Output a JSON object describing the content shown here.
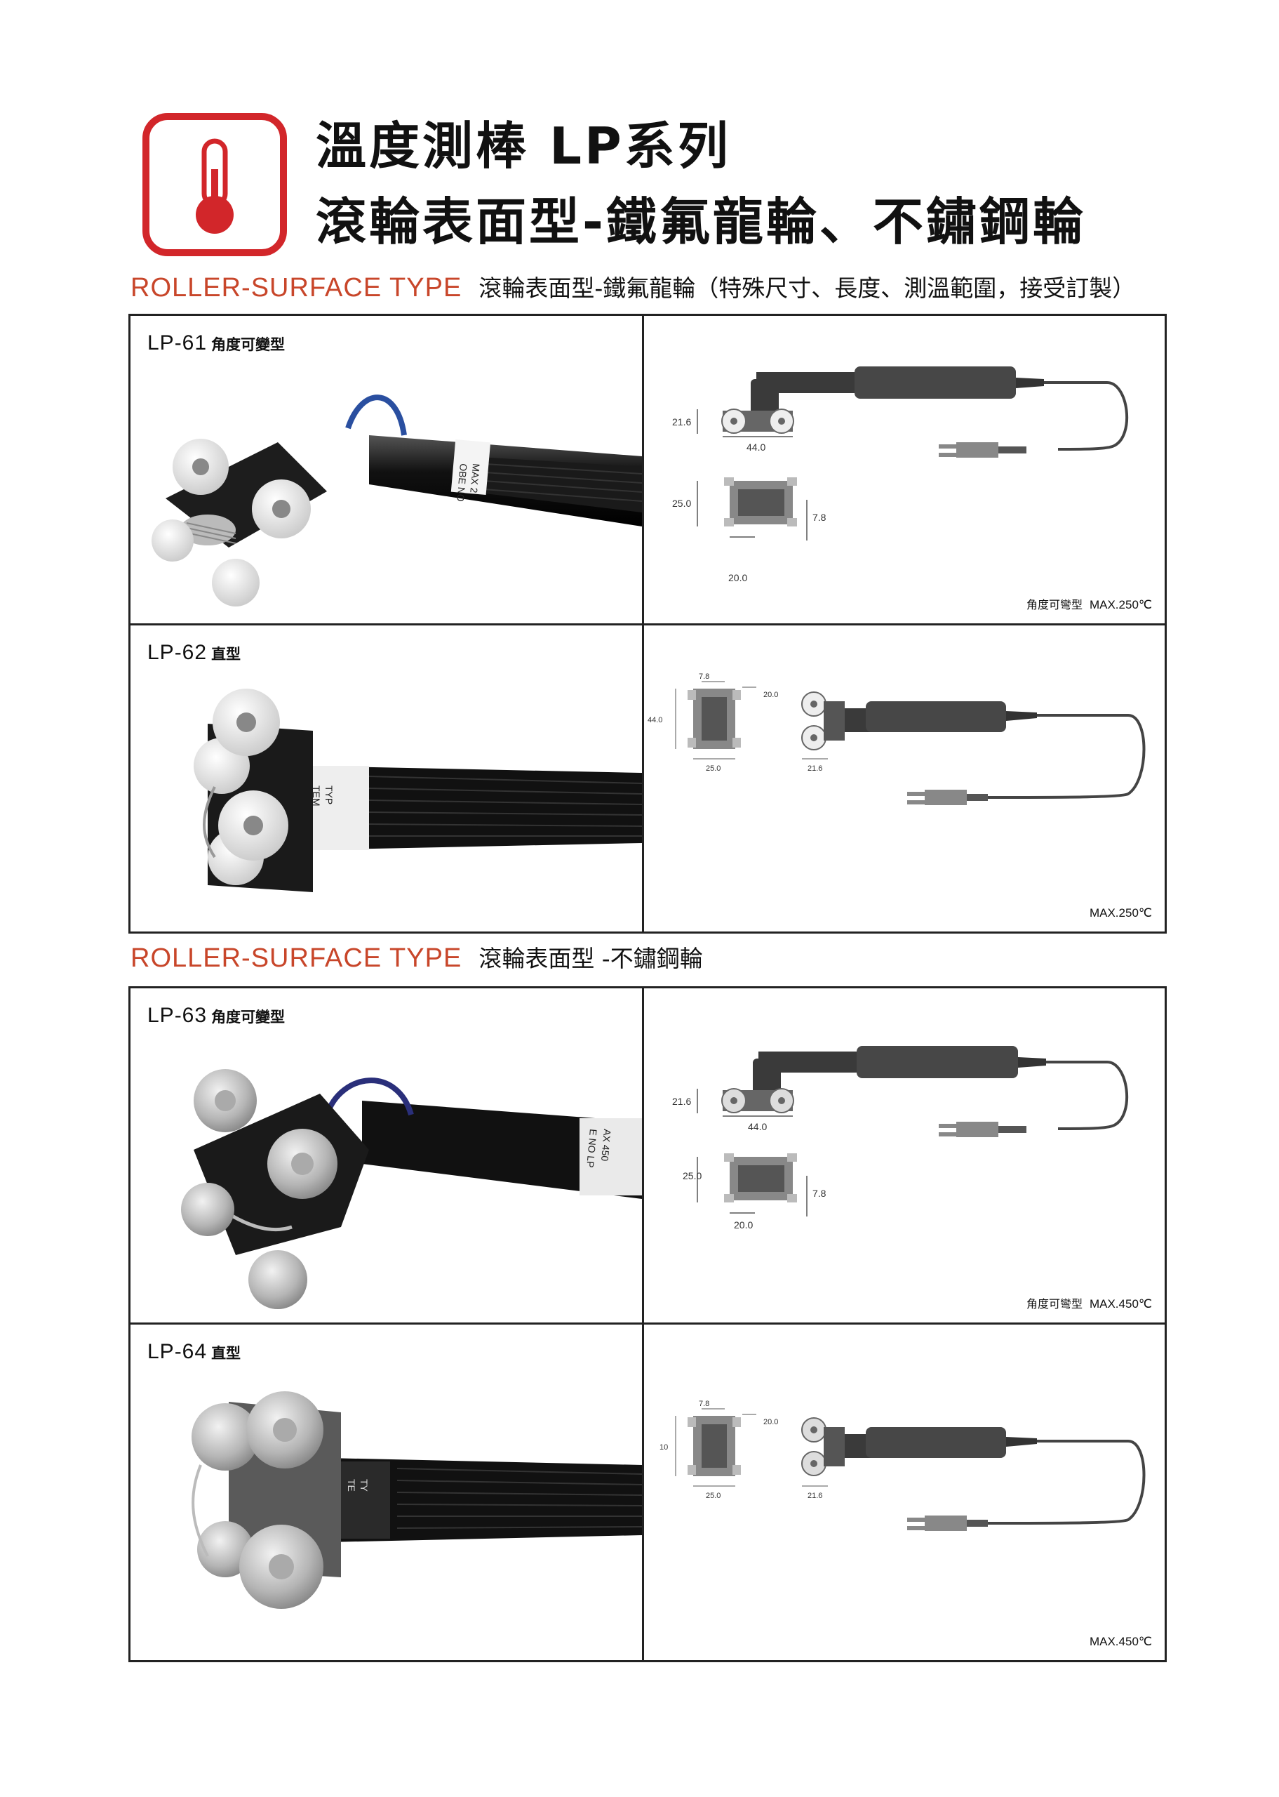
{
  "header": {
    "title_line1": "溫度測棒  LP系列",
    "title_line2": "滾輪表面型-鐵氟龍輪、不鏽鋼輪",
    "logo_icon": "thermometer-icon",
    "logo_color": "#d2262a"
  },
  "section1": {
    "en": "ROLLER-SURFACE TYPE",
    "zh": "滾輪表面型-鐵氟龍輪（特殊尺寸、長度、測溫範圍，接受訂製）",
    "products": [
      {
        "code": "LP-61",
        "desc": "角度可變型",
        "note_prefix": "角度可彎型",
        "note": "MAX.250℃",
        "dims": {
          "a": "21.6",
          "b": "44.0",
          "c": "25.0",
          "d": "7.8",
          "e": "20.0"
        },
        "probe_text": [
          "OBE NO",
          "MAX 2"
        ]
      },
      {
        "code": "LP-62",
        "desc": "直型",
        "note_prefix": "",
        "note": "MAX.250℃",
        "dims": {
          "a": "7.8",
          "b": "20.0",
          "c": "44.0",
          "d": "25.0",
          "e": "21.6"
        },
        "probe_text": [
          "TEM",
          "TYP"
        ]
      }
    ]
  },
  "section2": {
    "en": "ROLLER-SURFACE TYPE",
    "zh": "滾輪表面型 -不鏽鋼輪",
    "products": [
      {
        "code": "LP-63",
        "desc": "角度可變型",
        "note_prefix": "角度可彎型",
        "note": "MAX.450℃",
        "dims": {
          "a": "21.6",
          "b": "44.0",
          "c": "25.0",
          "d": "7.8",
          "e": "20.0"
        },
        "probe_text": [
          "E NO LP",
          "AX 450"
        ]
      },
      {
        "code": "LP-64",
        "desc": "直型",
        "note_prefix": "",
        "note": "MAX.450℃",
        "dims": {
          "a": "7.8",
          "b": "20.0",
          "c": "10",
          "d": "25.0",
          "e": "21.6"
        },
        "probe_text": [
          "TE",
          "TY"
        ]
      }
    ]
  }
}
